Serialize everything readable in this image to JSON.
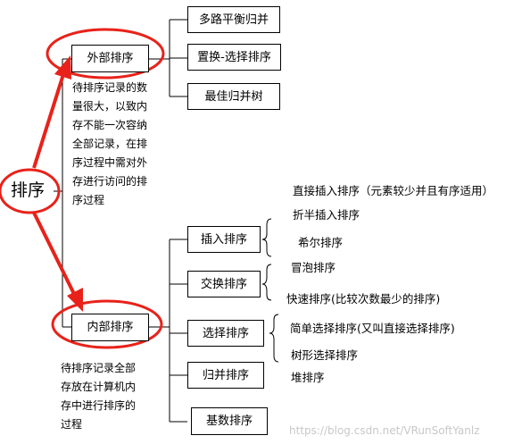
{
  "root": {
    "label": "排序"
  },
  "external": {
    "label": "外部排序",
    "methods": [
      "多路平衡归并",
      "置换-选择排序",
      "最佳归并树"
    ],
    "note": "待排序记录的数\n量很大，以致内\n存不能一次容纳\n全部记录，在排\n序过程中需对外\n存进行访问的排\n序过程"
  },
  "internal": {
    "label": "内部排序",
    "note": "待排序记录全部\n存放在计算机内\n存中进行排序的\n过程",
    "groups": [
      {
        "label": "插入排序",
        "items": [
          "直接插入排序（元素较少并且有序适用）",
          "折半插入排序",
          "希尔排序"
        ]
      },
      {
        "label": "交换排序",
        "items": [
          "冒泡排序",
          "快速排序(比较次数最少的排序)"
        ]
      },
      {
        "label": "选择排序",
        "items": [
          "简单选择排序(又叫直接选择排序)",
          "树形选择排序",
          "堆排序"
        ]
      },
      {
        "label": "归并排序",
        "items": []
      },
      {
        "label": "基数排序",
        "items": []
      }
    ]
  },
  "watermark": "https://blog.csdn.net/VRunSoftYanlz",
  "colors": {
    "highlight": "#e8221a",
    "line": "#000000"
  }
}
